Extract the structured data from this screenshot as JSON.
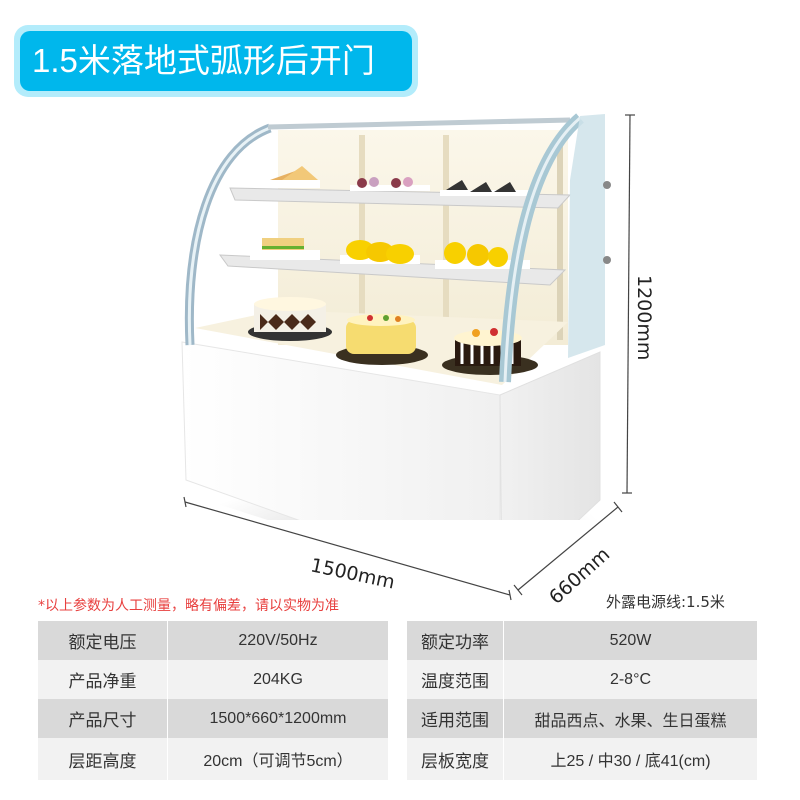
{
  "title": "1.5米落地式弧形后开门",
  "product": {
    "image_alt": "cake display cabinet with curved glass, three shelves of desserts, white base",
    "dimensions": {
      "height": "1200mm",
      "width": "1500mm",
      "depth": "660mm"
    }
  },
  "note": "*以上参数为人工测量，略有偏差，请以实物为准",
  "cable": "外露电源线:1.5米",
  "specs_left": [
    {
      "key": "额定电压",
      "value": "220V/50Hz"
    },
    {
      "key": "产品净重",
      "value": "204KG"
    },
    {
      "key": "产品尺寸",
      "value": "1500*660*1200mm"
    },
    {
      "key": "层距高度",
      "value": "20cm（可调节5cm）"
    }
  ],
  "specs_right": [
    {
      "key": "额定功率",
      "value": "520W"
    },
    {
      "key": "温度范围",
      "value": "2-8°C"
    },
    {
      "key": "适用范围",
      "value": "甜品西点、水果、生日蛋糕"
    },
    {
      "key": "层板宽度",
      "value": "上25 / 中30 / 底41(cm)"
    }
  ],
  "colors": {
    "title_bg": "#00b7ec",
    "title_border": "#b3ecfb",
    "note_red": "#e8403f",
    "row_dark": "#d9d9d9",
    "row_light": "#f2f2f2"
  }
}
